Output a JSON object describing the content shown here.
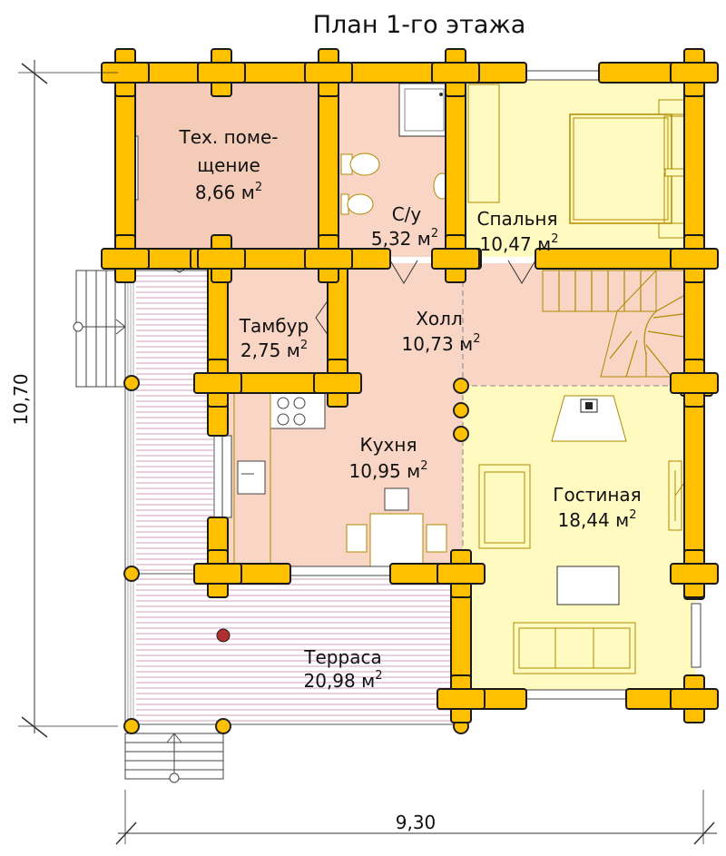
{
  "plan": {
    "title": "План 1-го этажа",
    "dimension_width": "9,30",
    "dimension_height": "10,70"
  },
  "rooms": [
    {
      "key": "tech",
      "name_line1": "Тех. поме-",
      "name_line2": "щение",
      "area": "8,66 м",
      "sup": "2"
    },
    {
      "key": "bathroom",
      "name": "С/у",
      "area": "5,32 м",
      "sup": "2"
    },
    {
      "key": "bedroom",
      "name": "Спальня",
      "area": "10,47 м",
      "sup": "2"
    },
    {
      "key": "vestibule",
      "name": "Тамбур",
      "area": "2,75 м",
      "sup": "2"
    },
    {
      "key": "hall",
      "name": "Холл",
      "area": "10,73 м",
      "sup": "2"
    },
    {
      "key": "kitchen",
      "name": "Кухня",
      "area": "10,95 м",
      "sup": "2"
    },
    {
      "key": "living",
      "name": "Гостиная",
      "area": "18,44 м",
      "sup": "2"
    },
    {
      "key": "terrace",
      "name": "Терраса",
      "area": "20,98 м",
      "sup": "2"
    }
  ],
  "colors": {
    "log_wall": "#ffc000",
    "room_pink": "#f8d5c4",
    "room_tech": "#f3cbb6",
    "room_yellow": "#fffac0",
    "terrace_lines": "#c07fa8"
  }
}
